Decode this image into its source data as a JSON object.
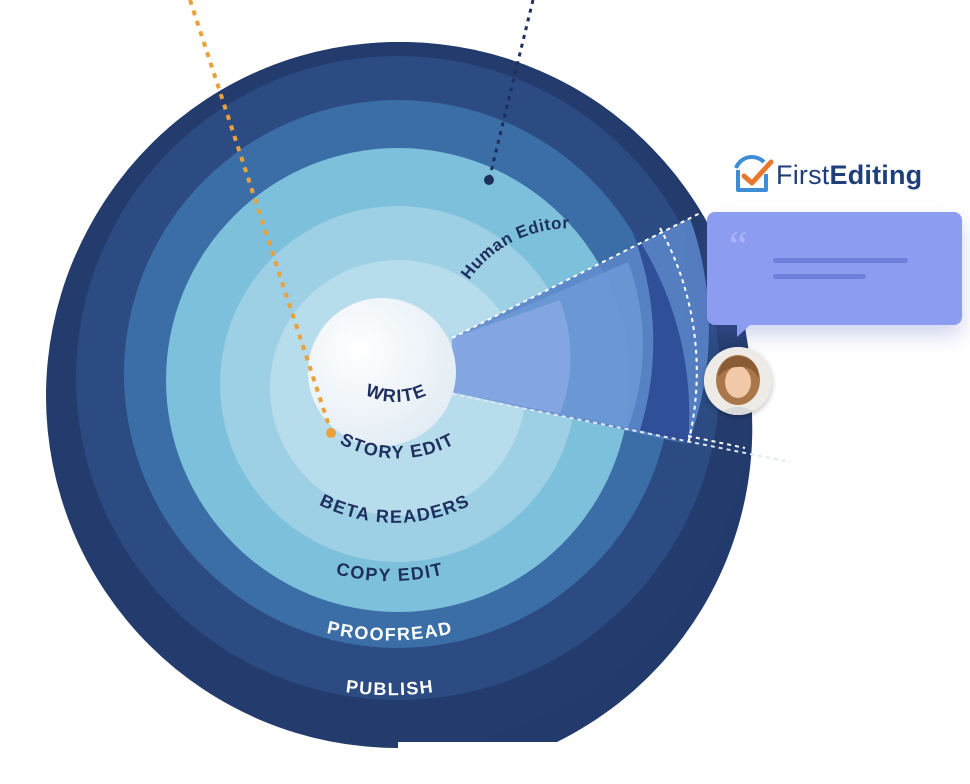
{
  "diagram": {
    "rings": [
      "PUBLISH",
      "PROOFREAD",
      "COPY EDIT",
      "BETA READERS",
      "STORY EDIT",
      "WRITE"
    ],
    "wedge_label": "Human Editor"
  },
  "brand": {
    "name_light": "First",
    "name_bold": "Editing"
  },
  "colors": {
    "ring_outer": "#223a6b",
    "accent_orange": "#e9a23b",
    "brand_blue": "#1f3f7a",
    "card": "#8c9cf0"
  }
}
